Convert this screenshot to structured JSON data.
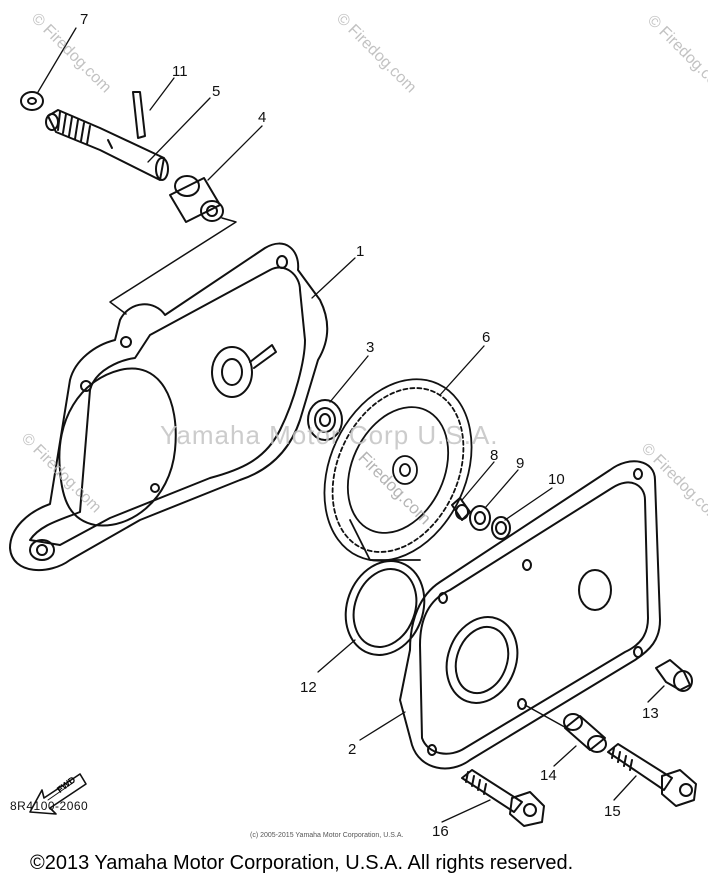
{
  "part_labels": {
    "p1": "1",
    "p2": "2",
    "p3": "3",
    "p4": "4",
    "p5": "5",
    "p6": "6",
    "p7": "7",
    "p8": "8",
    "p9": "9",
    "p10": "10",
    "p11": "11",
    "p12": "12",
    "p13": "13",
    "p14": "14",
    "p15": "15",
    "p16": "16"
  },
  "part_code": "8R4100-2060",
  "fwd_label": "FWD",
  "small_credit": "(c) 2005-2015 Yamaha Motor Corporation, U.S.A.",
  "copyright": "©2013 Yamaha Motor Corporation, U.S.A. All rights reserved.",
  "watermark_site": "© Firedog.com",
  "watermark_center": "Yamaha Motor Corp U.S.A.",
  "watermark_firedog": "Firedog.com",
  "colors": {
    "ink": "#111111",
    "watermark": "#b8b8b8",
    "background": "#ffffff"
  }
}
